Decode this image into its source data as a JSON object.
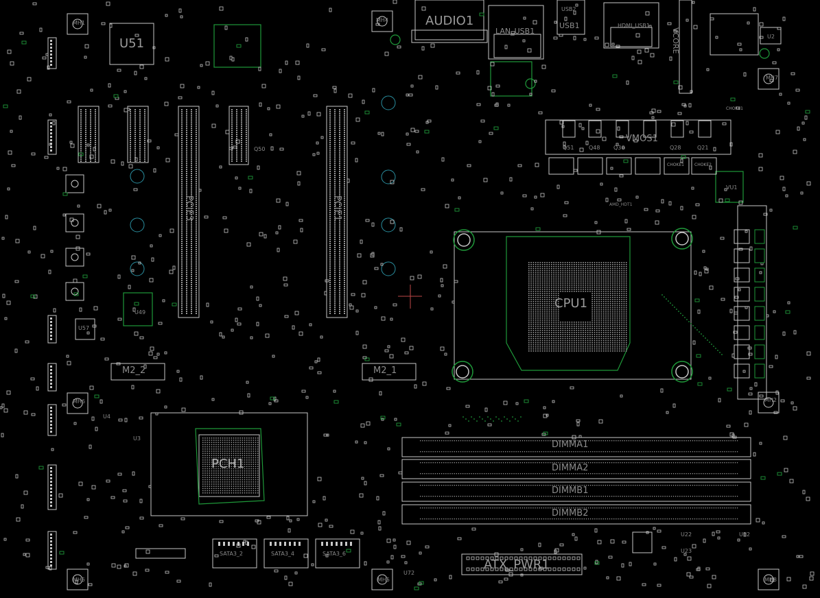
{
  "colors": {
    "background": "#000000",
    "silkscreen": "#c8c8c8",
    "outline_green": "#1f9a3a",
    "via_cyan": "#2a8fa0",
    "crosshair": "#c04848",
    "label": "#8a8a8a"
  },
  "labels": {
    "audio": "AUDIO1",
    "lan": "LAN_USB1",
    "usb2": "USB2",
    "usb1": "USB1",
    "hdmi": "HDMI_USB1",
    "u51": "U51",
    "u57": "U57",
    "u49": "U49",
    "u3": "U3",
    "u4": "U4",
    "u2": "U2",
    "vu1": "VU1",
    "mh_top1": "MH1",
    "mh_top2": "MH4",
    "mh_top3": "MH7",
    "vcore": "VCORE",
    "vmos": "VMOS1",
    "q50": "Q50",
    "q48": "Q48",
    "q36": "Q36",
    "q28": "Q28",
    "q21": "Q21",
    "q51": "Q51",
    "amd_hdt": "AMD_HDT1",
    "cpu": "CPU1",
    "pch": "PCH1",
    "m2_2": "M2_2",
    "m2_1": "M2_1",
    "pcie1": "PCIE1",
    "pcie3": "PCIE3",
    "dimm_a1": "DIMMA1",
    "dimm_a2": "DIMMA2",
    "dimm_b1": "DIMMB1",
    "dimm_b2": "DIMMB2",
    "atx_pwr": "ATX_PWR1",
    "sata2": "SATA3_2",
    "sata4": "SATA3_4",
    "sata6": "SATA3_6",
    "mh_left": "MH6",
    "mh_right": "MH2",
    "mh_bottom": "MH5",
    "mh_br": "MH8",
    "choke1": "CHOKE1",
    "choke2": "CHOKE2",
    "u22": "U22",
    "u23": "U23",
    "u12": "U12",
    "u72": "U72"
  }
}
